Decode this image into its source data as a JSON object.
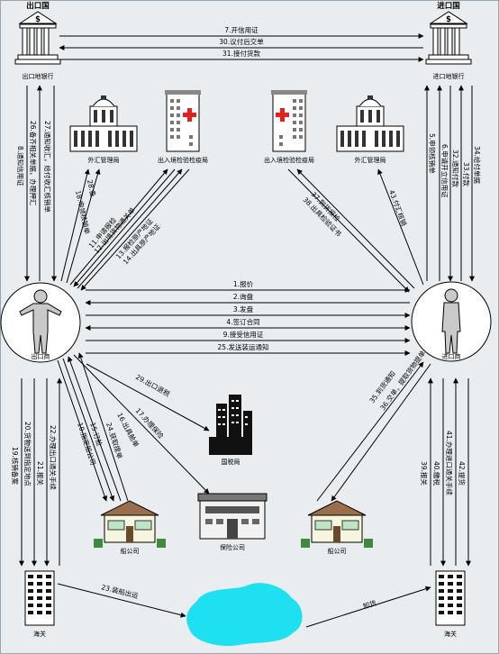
{
  "nodes": {
    "export_country": "出口国",
    "import_country": "进口国",
    "export_bank": "出口地银行",
    "import_bank": "进口地银行",
    "forex_bureau_left": "外汇管理局",
    "forex_bureau_right": "外汇管理局",
    "quarantine_left": "出入境检验检疫局",
    "quarantine_right": "出入境检验检疫局",
    "exporter": "出口商",
    "importer": "进口商",
    "tax_bureau": "国税局",
    "shipping_left": "船公司",
    "insurance": "保险公司",
    "shipping_right": "船公司",
    "customs_left": "海关",
    "customs_right": "海关"
  },
  "steps": {
    "s1": "1.报价",
    "s2": "2.询盘",
    "s3": "3.发盘",
    "s4": "4.签订合同",
    "s7": "7.开信用证",
    "s9": "9.接受信用证",
    "s25": "25.发送装运通知",
    "s30": "30.议付后交单",
    "s31": "31.接付货款",
    "s8": "8.通知信用证",
    "s26": "26.备齐相关单据，办理押汇",
    "s27": "27.通知收汇，给付收汇核销单",
    "s28": "28.备",
    "s18": "18.申领核销单",
    "s11": "11.申请报检",
    "s12": "12.出境货物通关单",
    "s13": "13.报检原产地证",
    "s14": "14.出具原产地证",
    "s5": "5.申领核销单",
    "s6": "6.申请开立信用证",
    "s32": "32.通知付款",
    "s33": "33.付款",
    "s34": "34.给付单据",
    "s43": "43.付汇核销",
    "s37": "37.到货报检",
    "s38": "38.出具检验证书",
    "s29": "29.出口退税",
    "s10": "10.指定船公司",
    "s15": "15.订舱",
    "s16": "16.出具舱单",
    "s17": "17.办理保险",
    "s24": "24.获取提单",
    "s35": "35.到货通知",
    "s36": "36.交单，提取货物提单",
    "s19": "19.核销备案",
    "s20": "20.货物送到指定地点",
    "s21": "21.报关",
    "s22": "22.办理出口通关手续",
    "s23": "23.装船出运",
    "s39": "39.报关",
    "s40": "40.缴税",
    "s41": "41.办理进口通关手续",
    "s42": "42.提货",
    "unload": "卸货"
  }
}
